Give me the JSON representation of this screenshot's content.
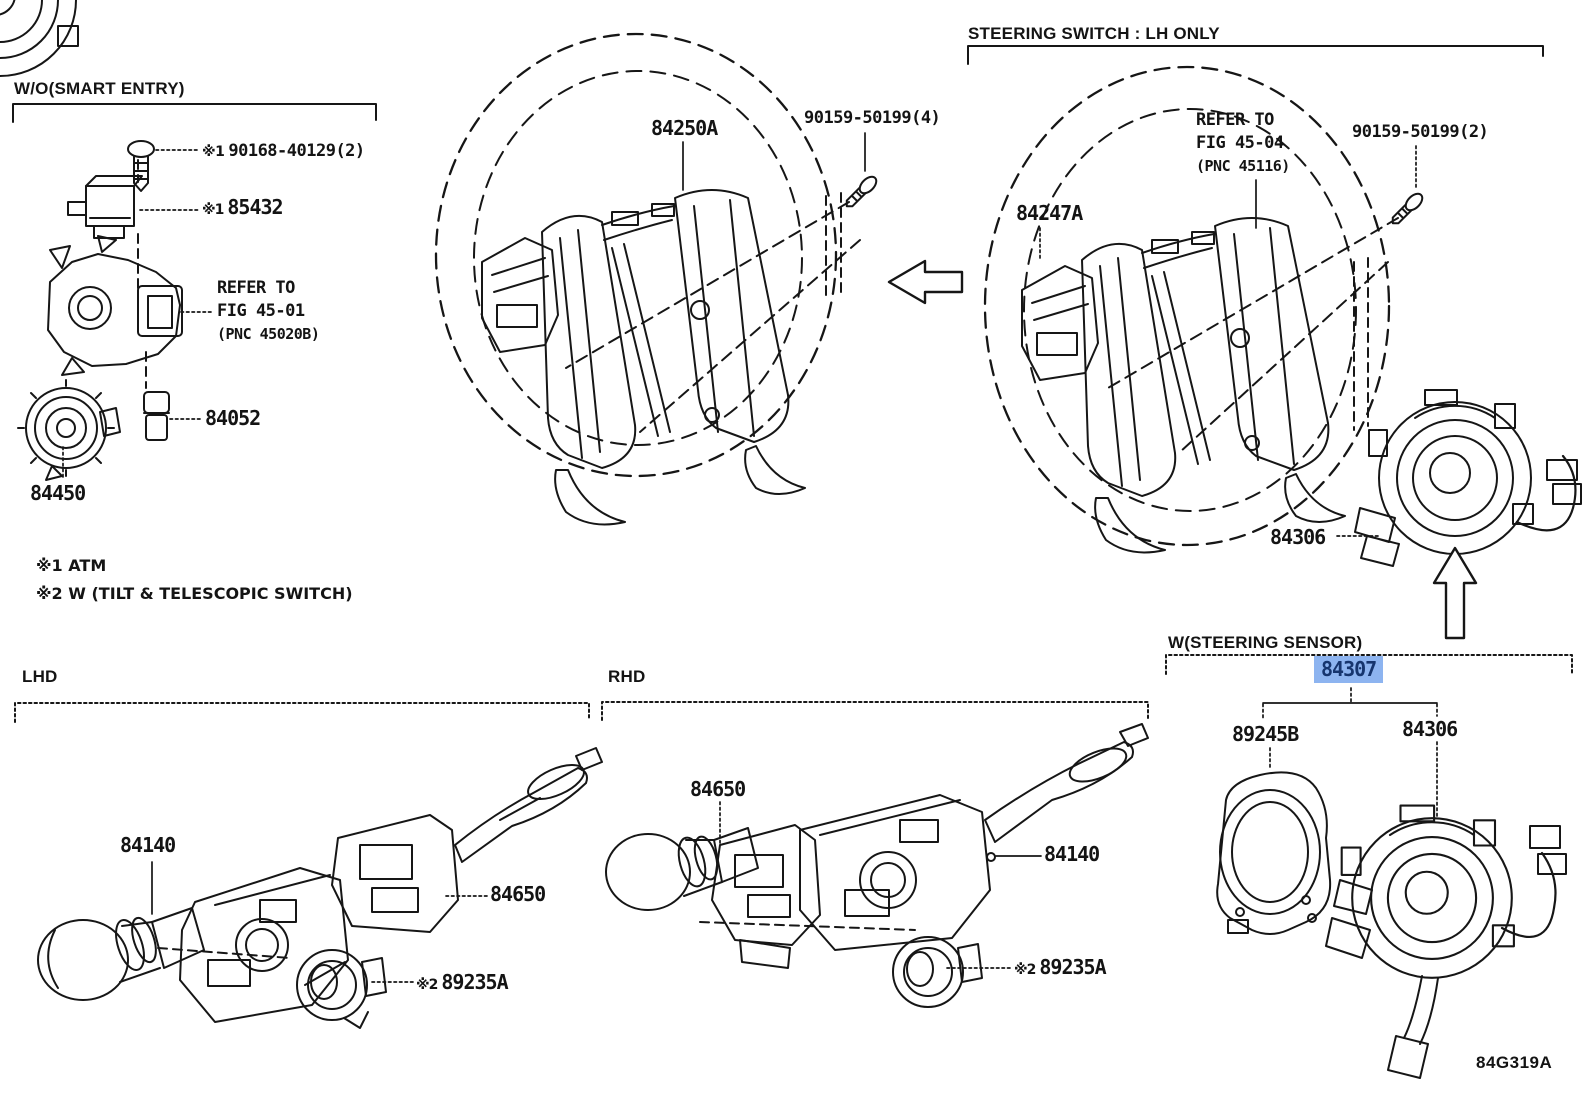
{
  "sections": {
    "wo_smart_entry": "W/O(SMART ENTRY)",
    "steering_switch": "STEERING SWITCH : LH ONLY",
    "steering_sensor": "W(STEERING SENSOR)",
    "lhd": "LHD",
    "rhd": "RHD"
  },
  "notes": {
    "note1": "※1 ATM",
    "note2": "※2 W (TILT & TELESCOPIC SWITCH)"
  },
  "refer": {
    "fig4501": {
      "line1": "REFER TO",
      "line2": "FIG 45-01",
      "line3": "(PNC 45020B)"
    },
    "fig4504": {
      "line1": "REFER TO",
      "line2": "FIG 45-04",
      "line3": "(PNC 45116)"
    }
  },
  "parts": {
    "screw_smart_entry": {
      "prefix": "※1",
      "number": "90168-40129(2)"
    },
    "amplifier": {
      "prefix": "※1",
      "number": "85432"
    },
    "key_cylinder_clip": {
      "number": "84052"
    },
    "ignition_ring": {
      "number": "84450"
    },
    "pad_switch": {
      "number": "84250A"
    },
    "screw_pad_lh": {
      "number": "90159-50199(4)"
    },
    "switch_assy_rh": {
      "number": "84247A"
    },
    "screw_pad_rh": {
      "number": "90159-50199(2)"
    },
    "spiral_cable_mid": {
      "number": "84306"
    },
    "spiral_with_sensor": {
      "number": "84307",
      "highlighted": true
    },
    "steering_sensor": {
      "number": "89245B"
    },
    "spiral_cable_bottom": {
      "number": "84306"
    },
    "lhd_switch_body": {
      "number": "84140"
    },
    "lhd_wiper_switch": {
      "number": "84650"
    },
    "lhd_knob": {
      "prefix": "※2",
      "number": "89235A"
    },
    "rhd_wiper_switch": {
      "number": "84650"
    },
    "rhd_switch_body": {
      "number": "84140"
    },
    "rhd_knob": {
      "prefix": "※2",
      "number": "89235A"
    }
  },
  "footer": {
    "diagram_code": "84G319A"
  },
  "colors": {
    "highlight_bg": "#8db4f0",
    "highlight_text": "#16356e",
    "line": "#161616"
  }
}
